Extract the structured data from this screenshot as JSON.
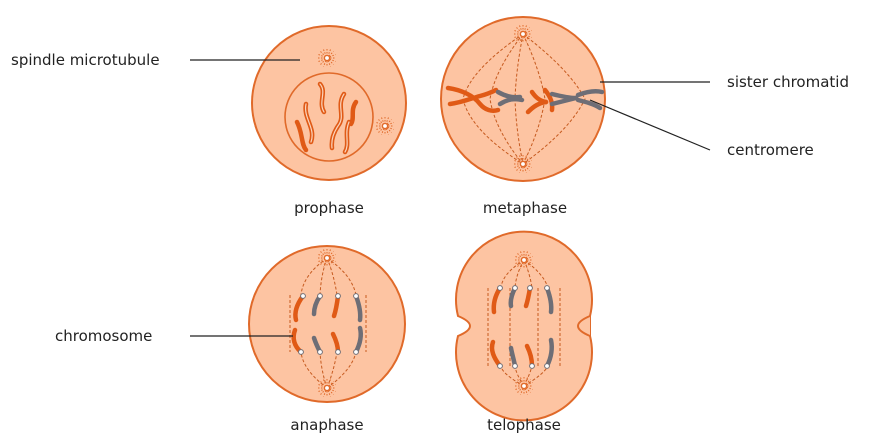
{
  "labels": {
    "spindle_microtubule": "spindle microtubule",
    "sister_chromatid": "sister chromatid",
    "centromere": "centromere",
    "chromosome": "chromosome"
  },
  "phases": {
    "prophase": "prophase",
    "metaphase": "metaphase",
    "anaphase": "anaphase",
    "telophase": "telophase"
  },
  "colors": {
    "cytoplasm": "#fdc4a2",
    "membrane": "#e06a2a",
    "chromosome_orange": "#e05a16",
    "chromosome_gray": "#6e6e76"
  }
}
